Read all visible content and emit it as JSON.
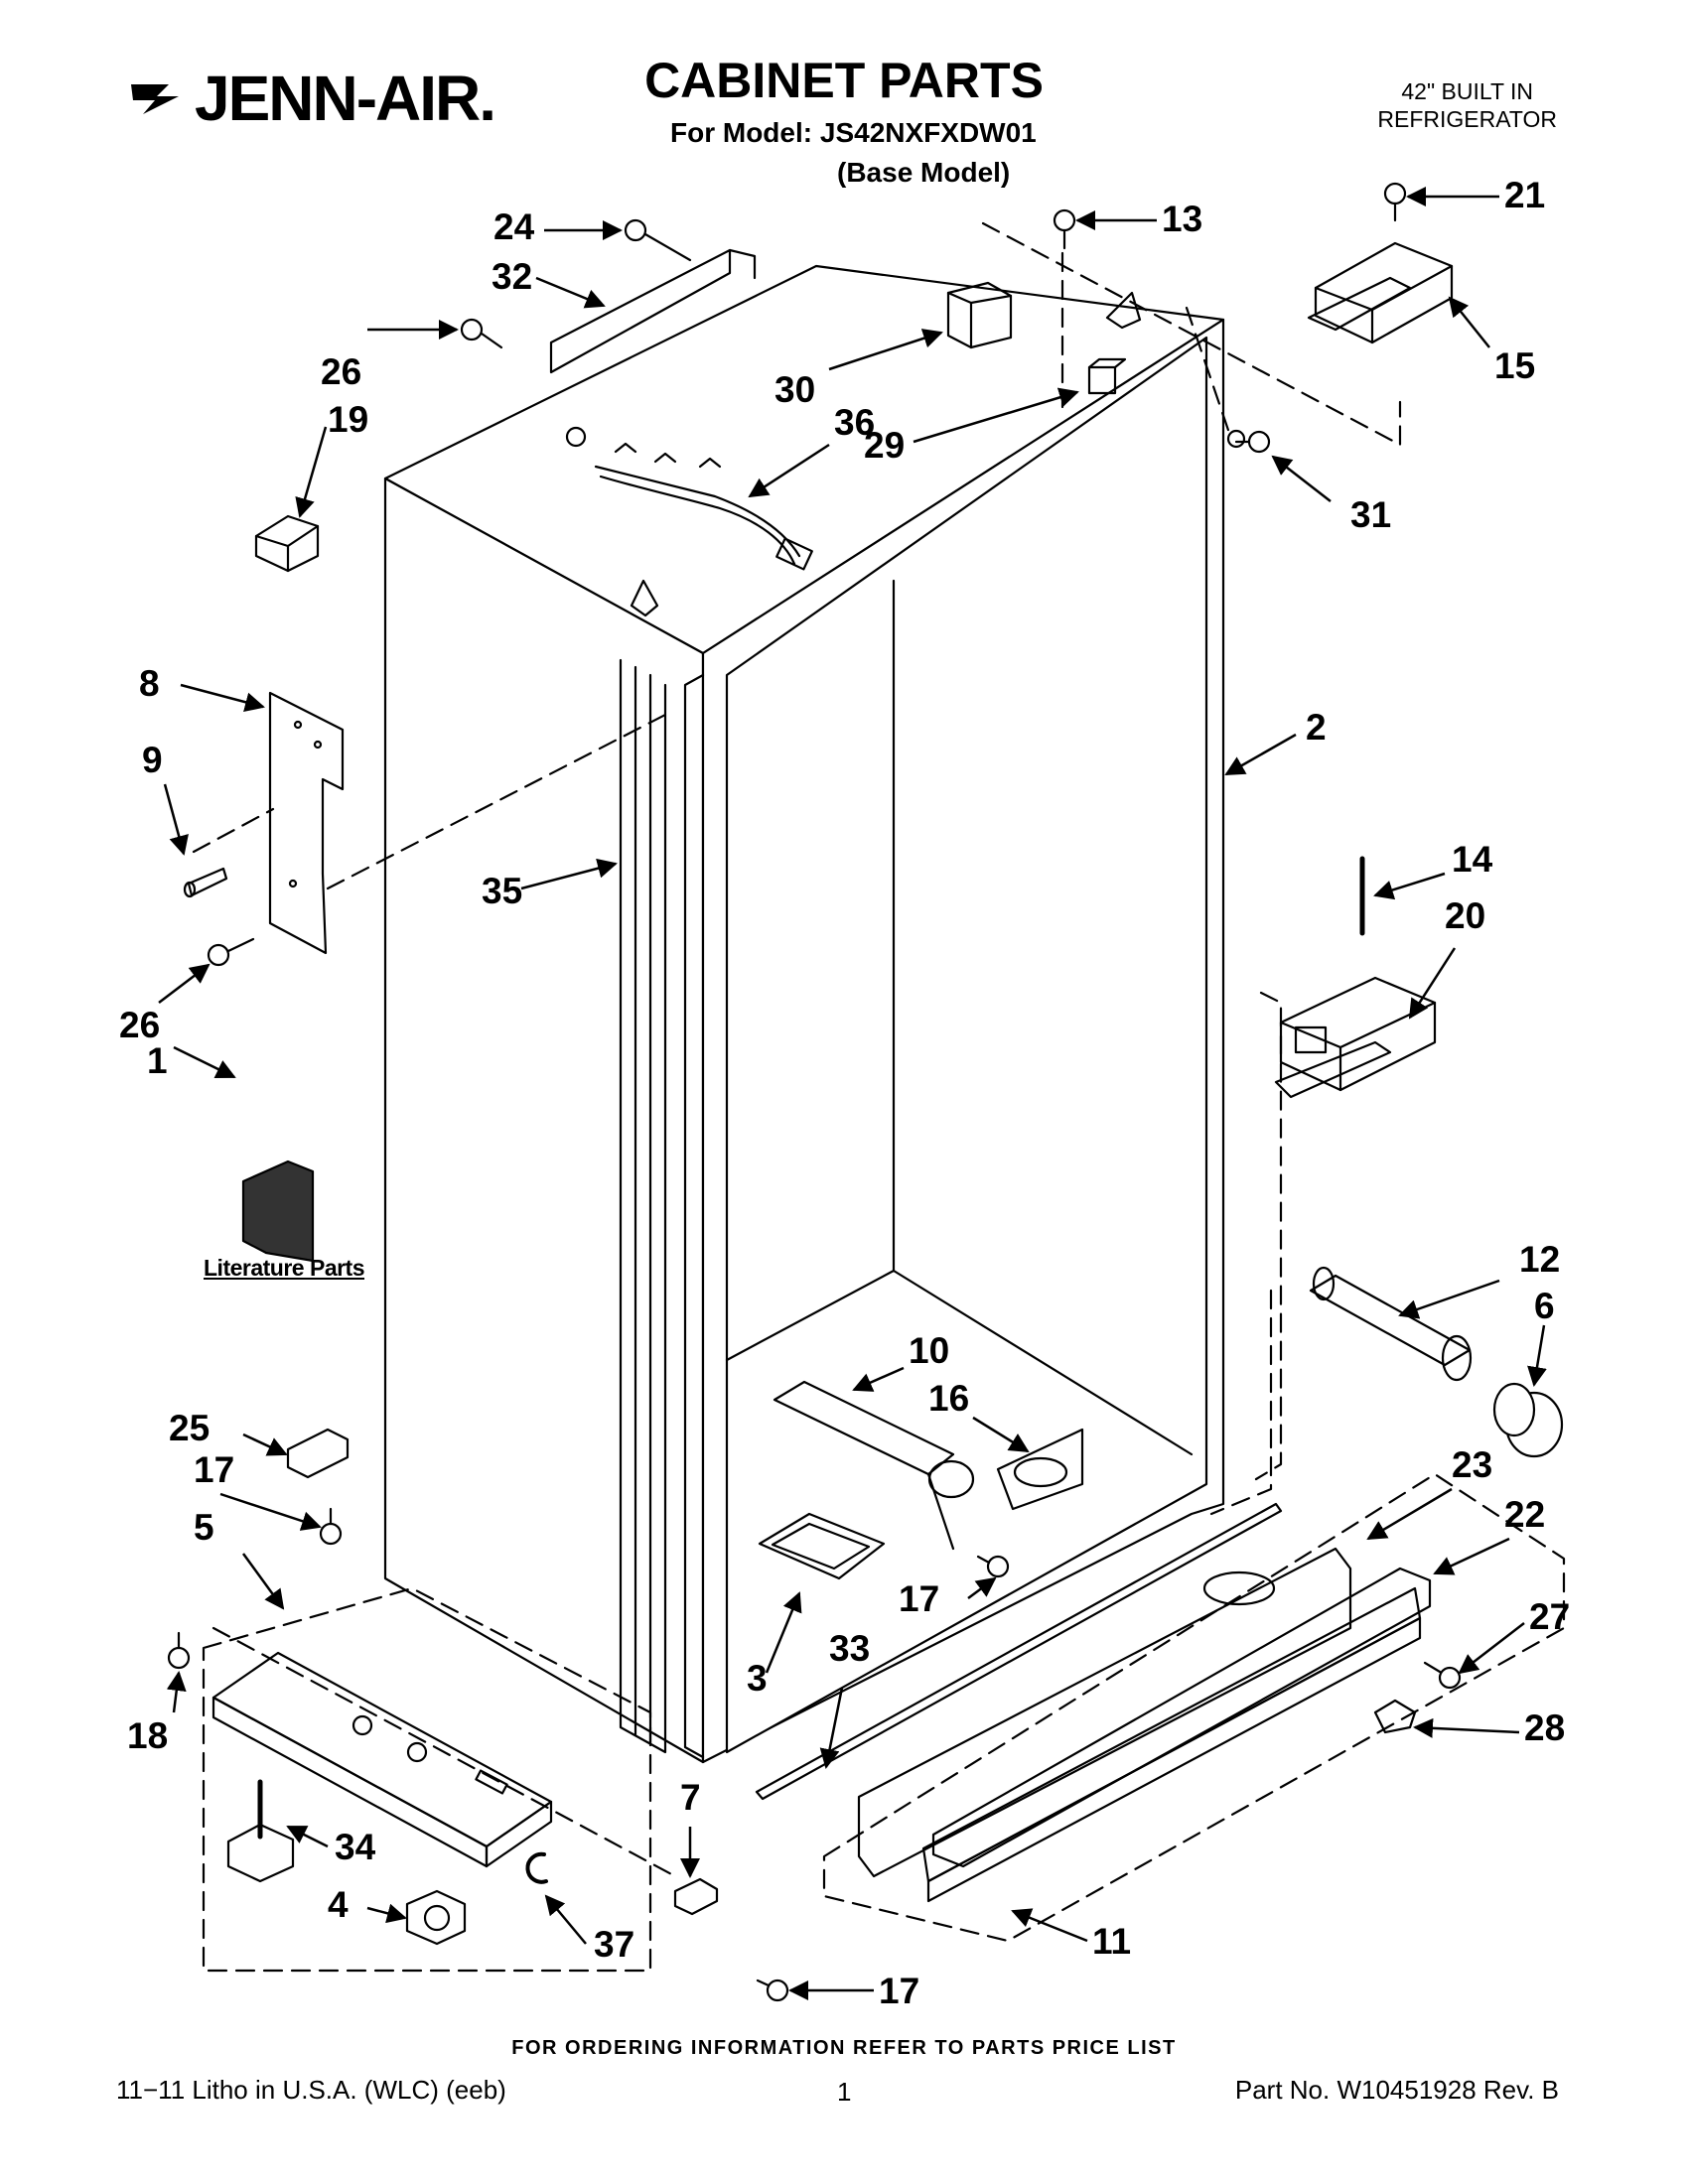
{
  "header": {
    "brand": "JENN-AIR.",
    "title": "CABINET PARTS",
    "model_line": "For Model: JS42NXFXDW01",
    "base_model": "(Base Model)",
    "product_line1": "42\" BUILT IN",
    "product_line2": "REFRIGERATOR"
  },
  "callouts": {
    "c1": "1",
    "c2": "2",
    "c3": "3",
    "c4": "4",
    "c5": "5",
    "c6": "6",
    "c7": "7",
    "c8": "8",
    "c9": "9",
    "c10": "10",
    "c11": "11",
    "c12": "12",
    "c13": "13",
    "c14": "14",
    "c15": "15",
    "c16": "16",
    "c17a": "17",
    "c17b": "17",
    "c17c": "17",
    "c18": "18",
    "c19": "19",
    "c20": "20",
    "c21": "21",
    "c22": "22",
    "c23": "23",
    "c24": "24",
    "c25": "25",
    "c26a": "26",
    "c26b": "26",
    "c27": "27",
    "c28": "28",
    "c29": "29",
    "c30": "30",
    "c31": "31",
    "c32": "32",
    "c33": "33",
    "c34": "34",
    "c35": "35",
    "c36": "36",
    "c37": "37"
  },
  "literature_label": "Literature Parts",
  "footer": {
    "ordering": "FOR ORDERING INFORMATION REFER TO PARTS PRICE LIST",
    "litho": "11−11 Litho in U.S.A. (WLC) (eeb)",
    "page": "1",
    "part_no": "Part No. W10451928 Rev. B"
  }
}
